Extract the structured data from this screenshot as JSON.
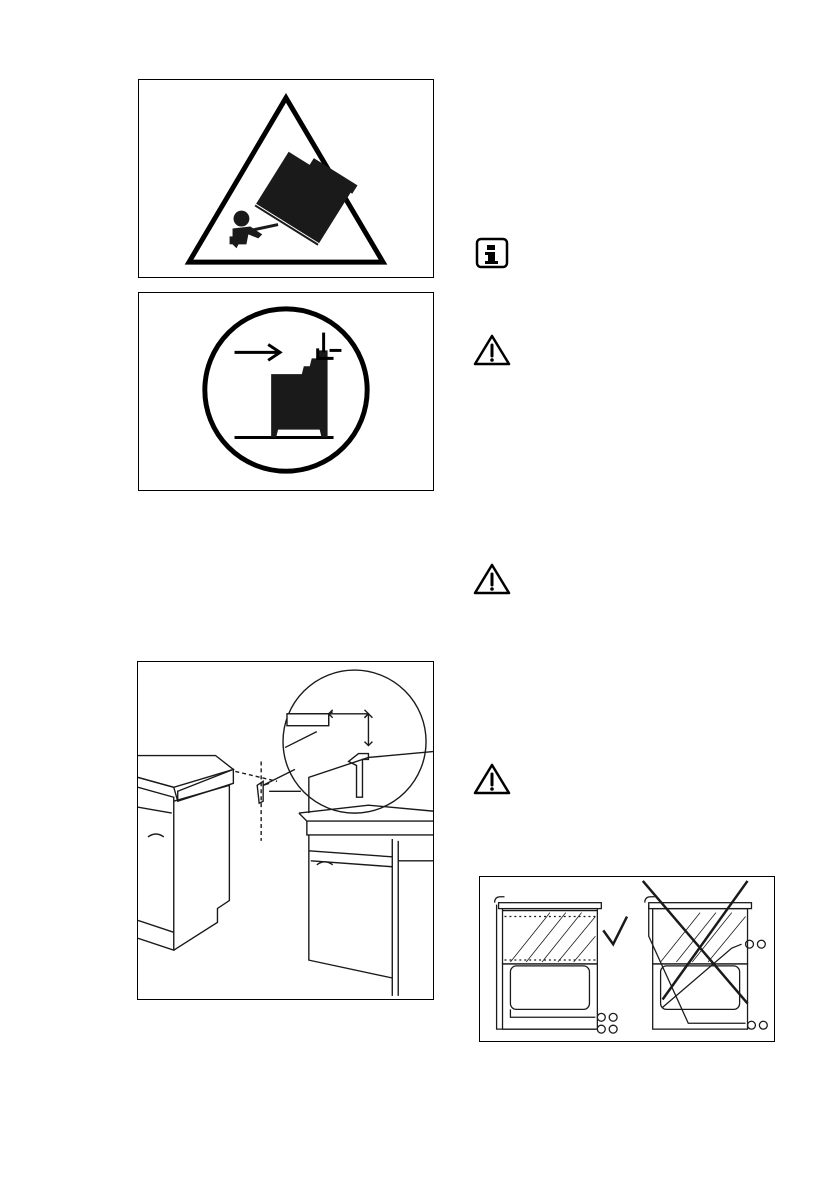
{
  "page": {
    "figures": [
      {
        "id": "tip-over-warning",
        "icon": "tip-over-warning-icon"
      },
      {
        "id": "anti-tilt-instruction",
        "icon": "anti-tilt-bracket-icon"
      },
      {
        "id": "bracket-installation",
        "icon": "bracket-installation-diagram"
      },
      {
        "id": "cable-routing",
        "icon": "cable-routing-diagram"
      }
    ],
    "symbols": [
      {
        "id": "info",
        "icon": "info-icon"
      },
      {
        "id": "warning-1",
        "icon": "warning-icon"
      },
      {
        "id": "warning-2",
        "icon": "warning-icon"
      },
      {
        "id": "warning-3",
        "icon": "warning-icon"
      }
    ]
  }
}
